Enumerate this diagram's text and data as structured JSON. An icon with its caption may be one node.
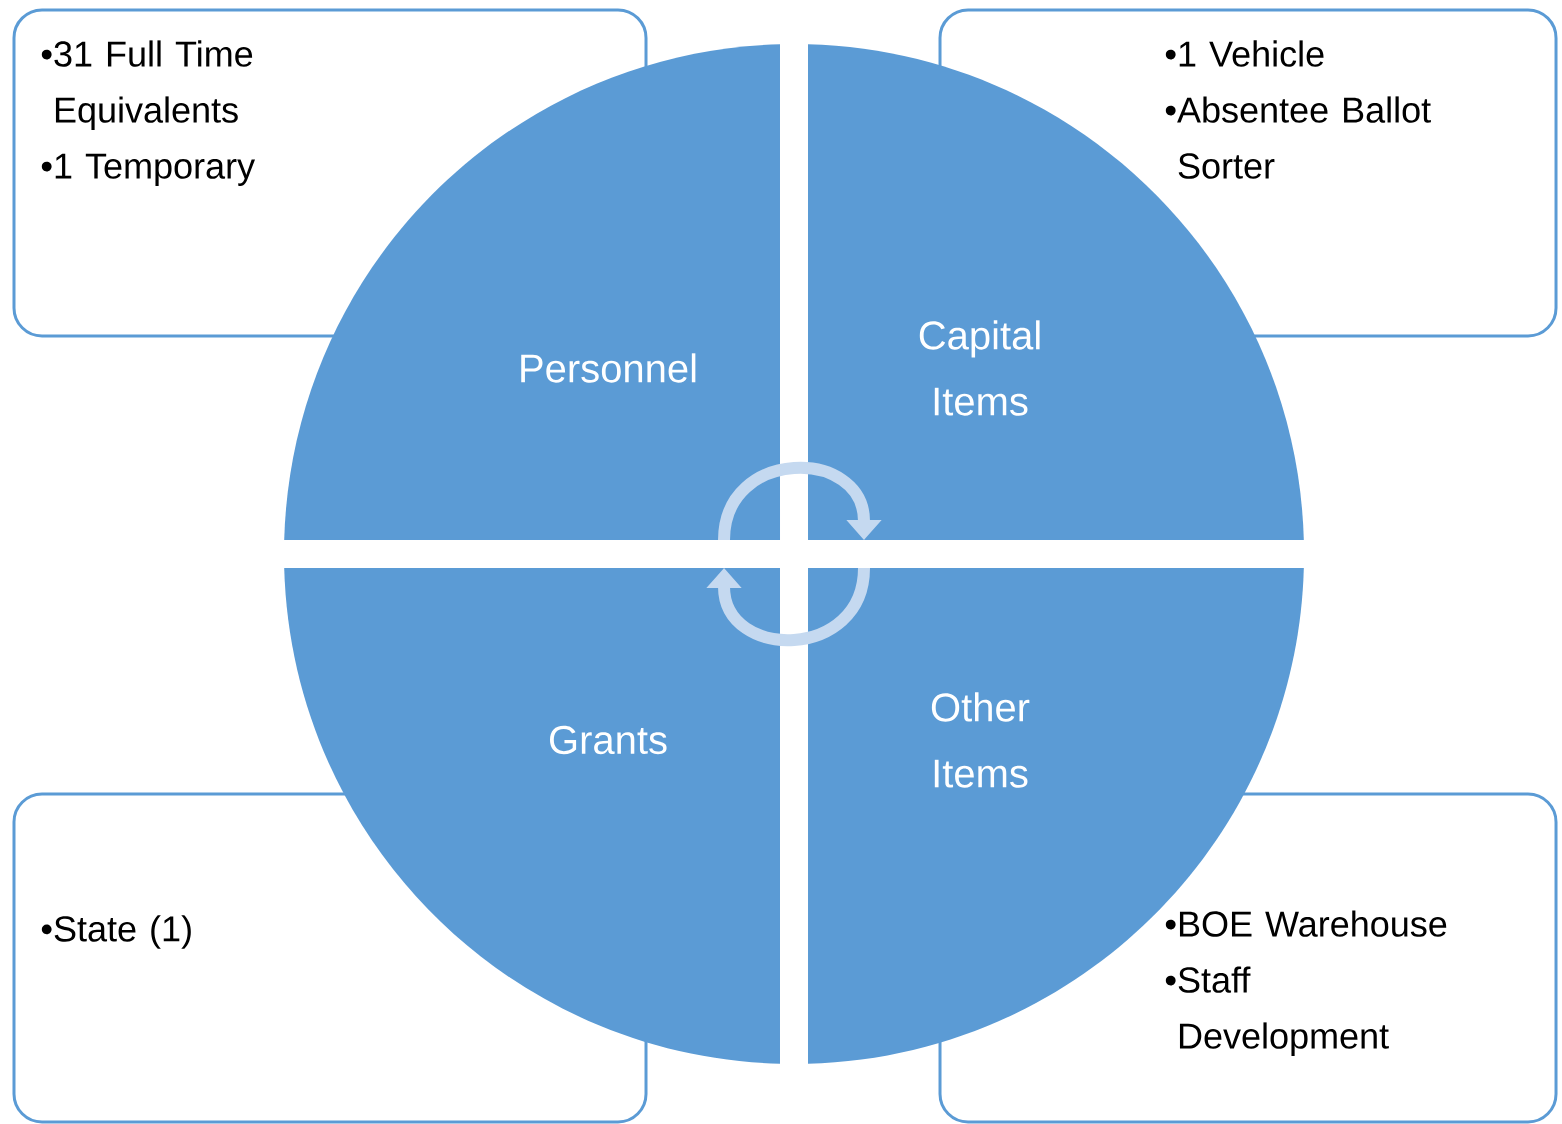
{
  "diagram": {
    "nodes": [
      {
        "text": [
          "•31 Full Time Equivalents",
          "•1 Temporary"
        ]
      },
      {
        "text": [
          "•1 Vehicle",
          "•Absentee Ballot Sorter"
        ]
      },
      {
        "text": [
          "Personnel"
        ]
      },
      {
        "text": [
          "Capital Items"
        ]
      },
      {
        "text": [
          "Grants"
        ]
      },
      {
        "text": [
          "Other Items"
        ]
      },
      {
        "text": [
          "•State (1)"
        ]
      },
      {
        "text": [
          "•BOE Warehouse",
          "•Staff Development"
        ]
      }
    ],
    "edges": [
      {
        "from": 2,
        "to": 3,
        "arrow": "to"
      },
      {
        "from": 5,
        "to": 4,
        "arrow": "to"
      }
    ]
  }
}
